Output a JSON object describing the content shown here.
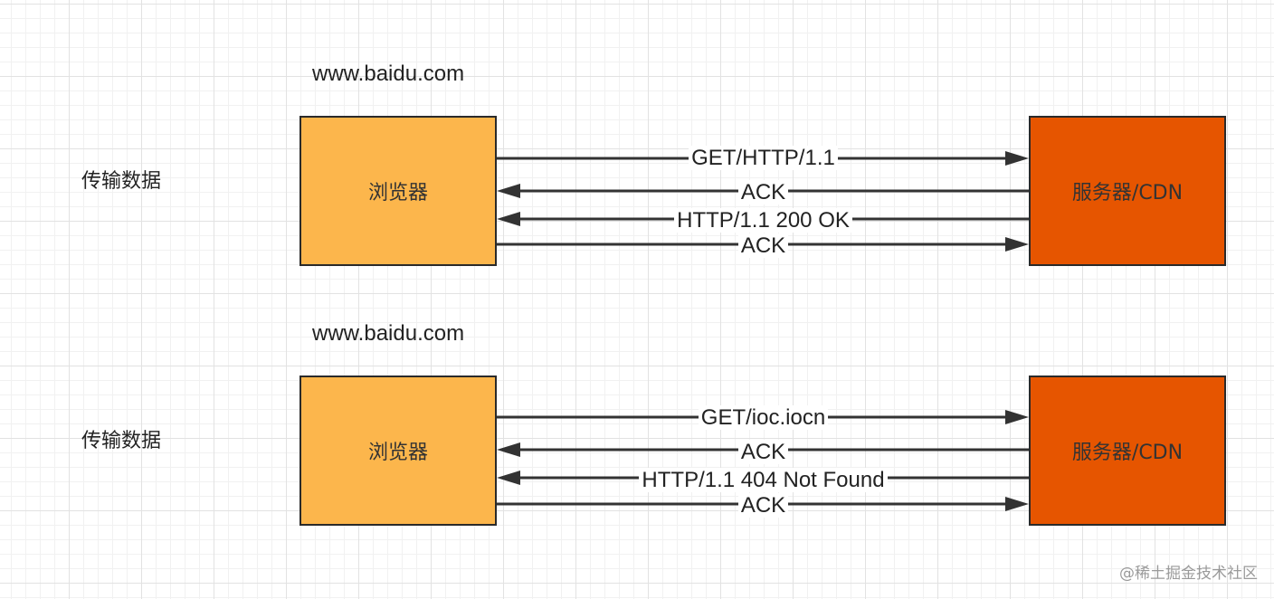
{
  "diagrams": [
    {
      "url": "www.baidu.com",
      "side_label": "传输数据",
      "browser_label": "浏览器",
      "server_label": "服务器/CDN",
      "messages": [
        {
          "text": "GET/HTTP/1.1",
          "direction": "to-server"
        },
        {
          "text": "ACK",
          "direction": "to-browser"
        },
        {
          "text": "HTTP/1.1 200 OK",
          "direction": "to-browser"
        },
        {
          "text": "ACK",
          "direction": "to-server"
        }
      ]
    },
    {
      "url": "www.baidu.com",
      "side_label": "传输数据",
      "browser_label": "浏览器",
      "server_label": "服务器/CDN",
      "messages": [
        {
          "text": "GET/ioc.iocn",
          "direction": "to-server"
        },
        {
          "text": "ACK",
          "direction": "to-browser"
        },
        {
          "text": "HTTP/1.1 404 Not Found",
          "direction": "to-browser"
        },
        {
          "text": "ACK",
          "direction": "to-server"
        }
      ]
    }
  ],
  "colors": {
    "browser_fill": "#fcb64c",
    "server_fill": "#e65500",
    "stroke": "#333333"
  },
  "watermark": "@稀土掘金技术社区"
}
